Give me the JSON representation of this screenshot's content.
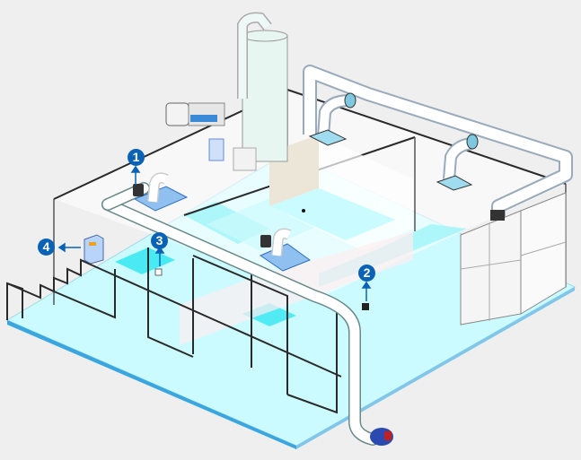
{
  "diagram": {
    "colors": {
      "background": "#efefef",
      "floor": "#ccfbff",
      "floor_cyan": "#33e0ee",
      "floor_edge": "#3aa6e0",
      "wall_line": "#2a2a2a",
      "pipe": "#ffffff",
      "pipe_shade": "#cfe9ea",
      "callout": "#0a62b5",
      "tank": "#e8f6f2",
      "wall_beige": "#ece6d8",
      "panel_blue": "#cfe0f8"
    },
    "callouts": [
      {
        "number": "1",
        "target": "duct-damper-valve"
      },
      {
        "number": "2",
        "target": "sensor-device"
      },
      {
        "number": "3",
        "target": "sensor-device"
      },
      {
        "number": "4",
        "target": "control-cabinet"
      }
    ]
  }
}
